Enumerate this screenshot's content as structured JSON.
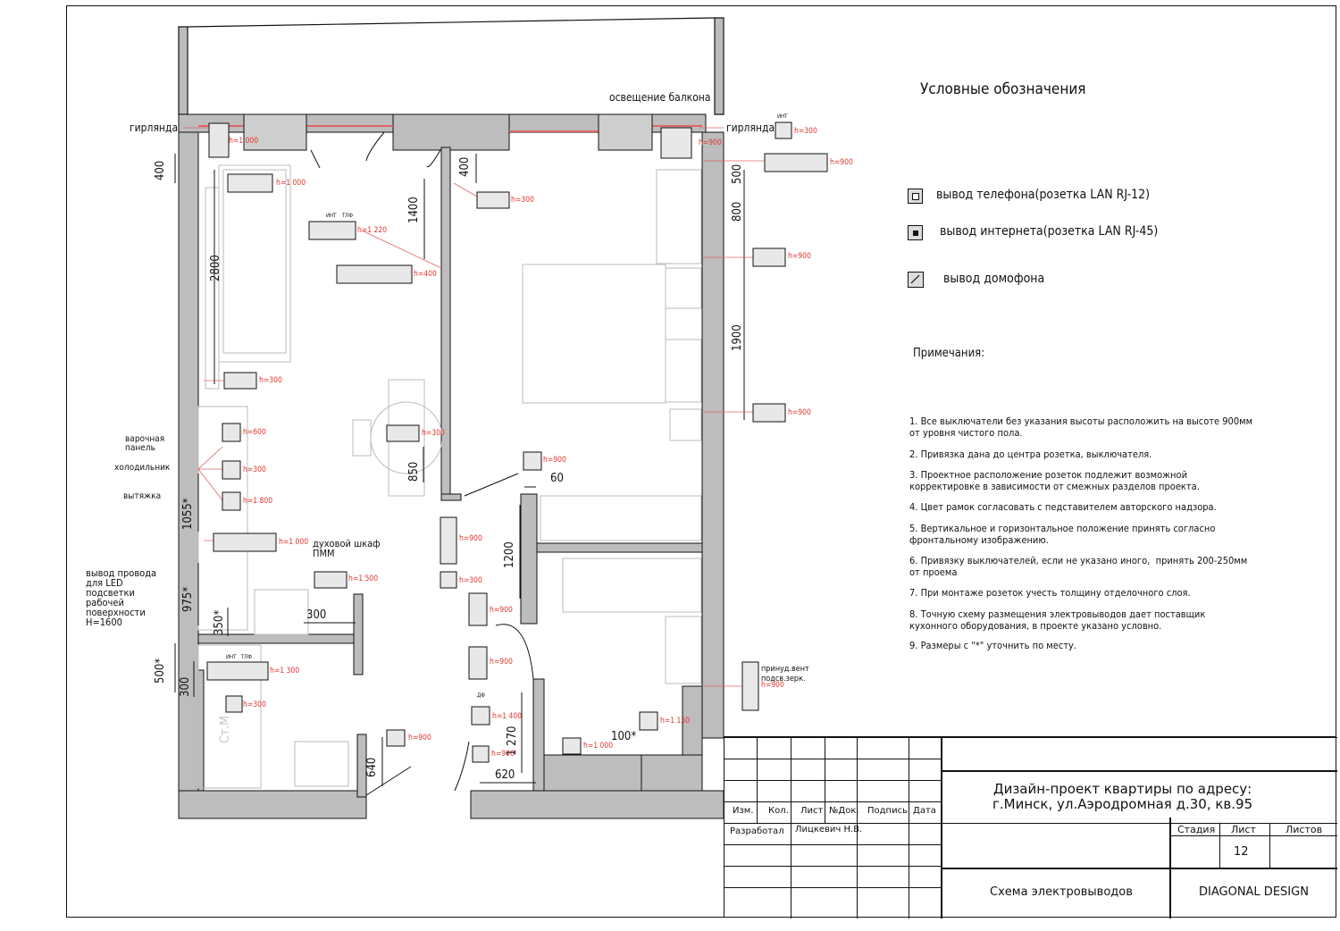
{
  "legend": {
    "title": "Условные обозначения",
    "items": [
      {
        "label": "вывод телефона(розетка LAN RJ-12)"
      },
      {
        "label": "вывод интернета(розетка LAN RJ-45)"
      },
      {
        "label": "вывод домофона"
      }
    ]
  },
  "notes": {
    "title": "Примечания:",
    "items": [
      "1. Все выключатели без указания высоты расположить на высоте 900мм\nот уровня чистого пола.",
      "2. Привязка дана до центра розетка, выключателя.",
      "3. Проектное расположение розеток подлежит возможной\nкорректировке в зависимости от смежных разделов проекта.",
      "4. Цвет рамок согласовать с педставителем авторского надзора.",
      "5. Вертикальное и горизонтальное положение принять согласно\nфронтальному изображению.",
      "6. Привязку выключателей, если не указано иного,  принять 200-250мм\nот проема",
      "7. При монтаже розеток учесть толщину отделочного слоя.",
      "8. Точную схему размещения электровыводов дает поставщик\nкухонного оборудования, в проекте указано условно.",
      "9. Размеры с \"*\" уточнить по месту."
    ]
  },
  "plan_labels": {
    "balcony_light": "освещение балкона",
    "garland_left": "гирлянда",
    "garland_right": "гирлянда",
    "hob": "варочная\nпанель",
    "fridge": "холодильник",
    "hood": "вытяжка",
    "oven": "духовой шкаф\nПММ",
    "led_wire": "вывод провода\nдля LED\nподсветки\nрабочей\nповерхности\nH=1600",
    "vent": "принуд.вент\nподсв.зерк.",
    "wm": "Ст.М"
  },
  "heights": {
    "h1": "h=1 000",
    "h2": "h=1 000",
    "h3": "h=1 220",
    "h4": "h=400",
    "h5": "h=300",
    "h6": "h=300",
    "h7": "h=600",
    "h8": "h=300",
    "h9": "h=1 800",
    "h10": "h=1 000",
    "h11": "h=1 500",
    "h12": "h=1 300",
    "h13": "h=300",
    "h14": "h=900",
    "h15": "h=300",
    "h16": "h=900",
    "h17": "h=300",
    "h18": "h=900",
    "h19": "h=900",
    "h20": "h=1 400",
    "h21": "h=900",
    "h22": "h=1 000",
    "h23": "h=1 150",
    "h24": "h=900",
    "h25": "h=900",
    "h26": "h=300",
    "h27": "h=900",
    "h28": "h=900",
    "h29": "h=900",
    "h30": "h=900"
  },
  "dimensions": {
    "d400a": "400",
    "d2800": "2800",
    "d1055": "1055*",
    "d975": "975*",
    "d350": "350*",
    "d500s": "500*",
    "d300a": "300",
    "d1400": "1400",
    "d400b": "400",
    "d850": "850",
    "d300b": "300",
    "d1200": "1200",
    "d60": "60",
    "d1270": "1 270",
    "d640": "640",
    "d620": "620",
    "d100": "100*",
    "d500": "500",
    "d800": "800",
    "d1900": "1900"
  },
  "socket_tags": {
    "int": "ИНТ",
    "tlf": "ТЛФ",
    "df": "ДФ"
  },
  "title_block": {
    "project_title": "Дизайн-проект квартиры по адресу:\nг.Минск, ул.Аэродромная д.30, кв.95",
    "col_izm": "Изм.",
    "col_kol": "Кол.",
    "col_list": "Лист",
    "col_ndok": "№Док.",
    "col_podpis": "Подпись",
    "col_data": "Дата",
    "developed": "Разработал",
    "author": "Лицкевич Н.В.",
    "stage": "Стадия",
    "sheet": "Лист",
    "sheets": "Листов",
    "sheet_no": "12",
    "drawing_name": "Схема  электровыводов",
    "company": "DIAGONAL DESIGN"
  }
}
